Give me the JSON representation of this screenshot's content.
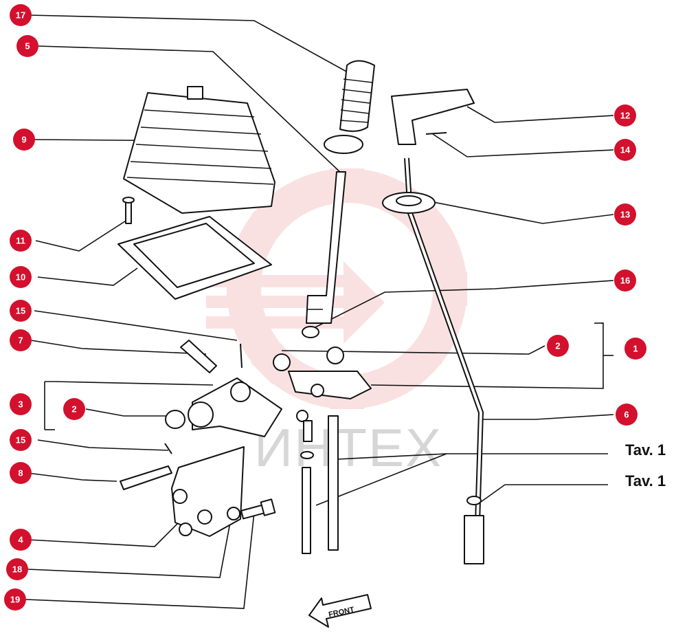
{
  "diagram": {
    "callouts": [
      "17",
      "5",
      "9",
      "11",
      "10",
      "15",
      "7",
      "3",
      "2",
      "15",
      "8",
      "4",
      "18",
      "19",
      "12",
      "14",
      "13",
      "16",
      "2",
      "1",
      "6"
    ],
    "table_refs": [
      "Tav. 1",
      "Tav. 1"
    ],
    "direction_label": "FRONT",
    "watermark": "ИНТЕХ",
    "colors": {
      "callout": "#d3102d",
      "watermark_logo": "#f6c9c9",
      "line": "#111111"
    }
  }
}
